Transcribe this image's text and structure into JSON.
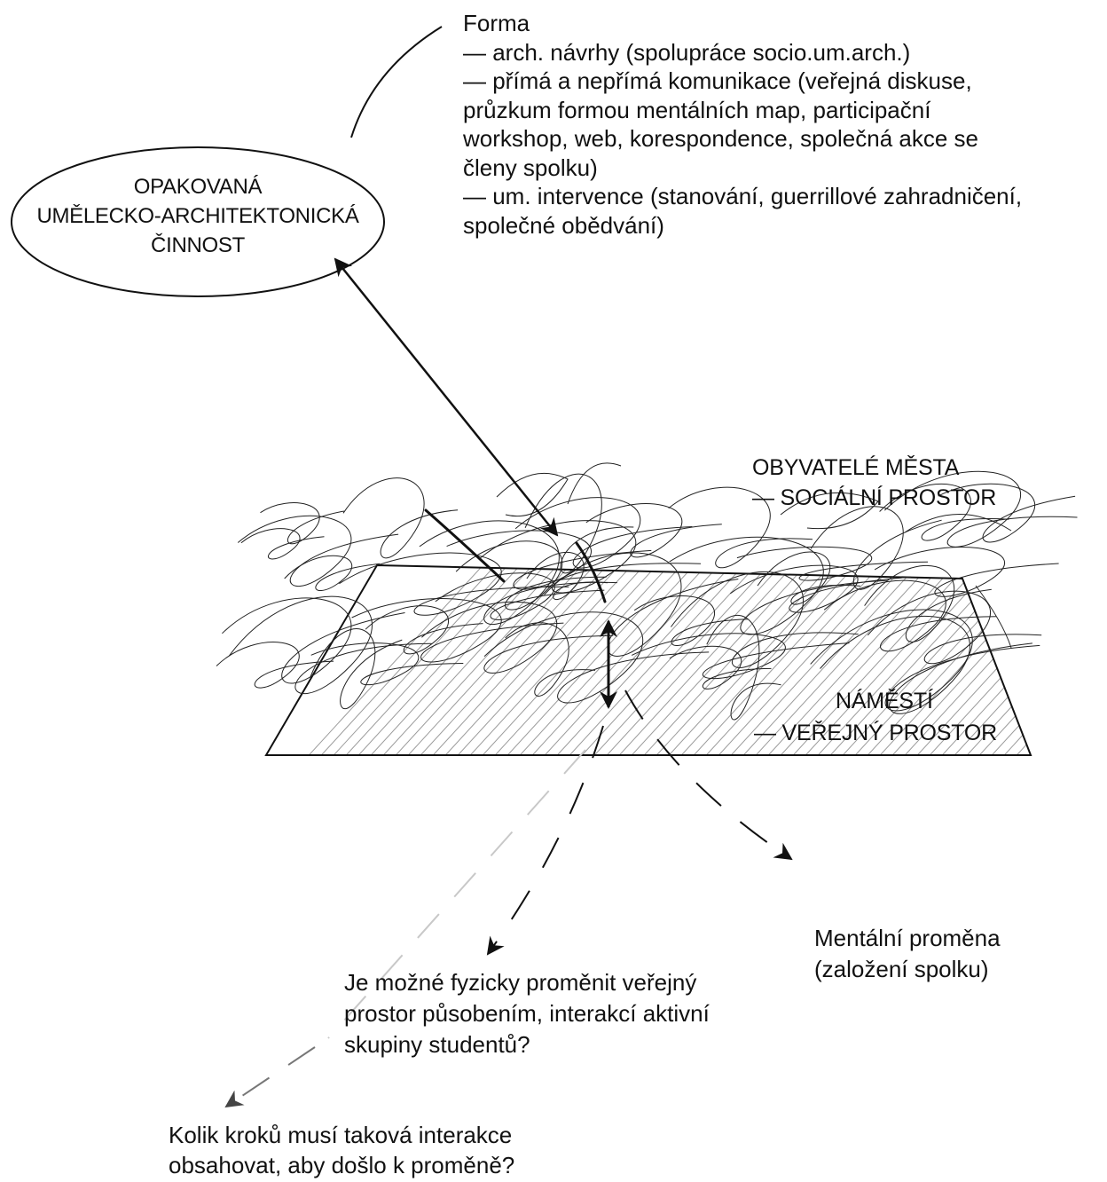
{
  "forma": {
    "lines": [
      "Forma",
      "— arch. návrhy (spolupráce socio.um.arch.)",
      "— přímá a nepřímá komunikace (veřejná diskuse,",
      "průzkum formou mentálních map, participační",
      "workshop, web, korespondence, společná akce se",
      "členy spolku)",
      "— um. intervence (stanování, guerrillové zahradničení,",
      "společné obědvání)"
    ]
  },
  "activity": {
    "lines": [
      "OPAKOVANÁ",
      "UMĚLECKO-ARCHITEKTONICKÁ",
      "ČINNOST"
    ]
  },
  "social_space": {
    "lines": [
      "OBYVATELÉ MĚSTA",
      "— SOCIÁLNÍ PROSTOR"
    ]
  },
  "public_space": {
    "lines": [
      "NÁMĚSTÍ",
      "— VEŘEJNÝ PROSTOR"
    ]
  },
  "mental_change": {
    "lines": [
      "Mentální proměna",
      "(založení spolku)"
    ]
  },
  "question_physical": {
    "lines": [
      "Je možné fyzicky proměnit veřejný",
      "prostor působením, interakcí aktivní",
      "skupiny studentů?"
    ]
  },
  "question_steps": {
    "lines": [
      "Kolik kroků musí taková interakce",
      "obsahovat, aby došlo k proměně?"
    ]
  },
  "colors": {
    "ink": "#111111",
    "hatch": "#9a9a9a",
    "faded_arrow": "#c8c8c8",
    "faded_arrow_dark": "#777777"
  }
}
